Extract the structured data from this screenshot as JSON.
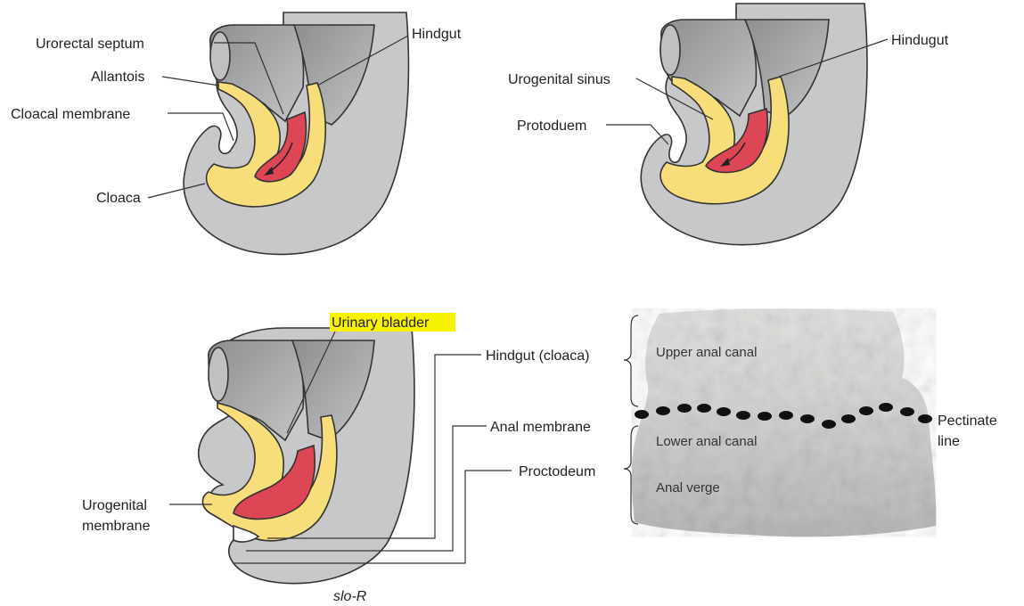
{
  "panel_a": {
    "labels": {
      "urorectal_septum": "Urorectal septum",
      "allantois": "Allantois",
      "cloacal_membrane": "Cloacal membrane",
      "cloaca": "Cloaca",
      "hindgut": "Hindgut"
    }
  },
  "panel_b": {
    "labels": {
      "urogenital_sinus": "Urogenital sinus",
      "protoduem": "Protoduem",
      "hindugut": "Hindugut"
    }
  },
  "panel_c": {
    "labels": {
      "urinary_bladder": "Urinary bladder",
      "hindgut_cloaca": "Hindgut (cloaca)",
      "anal_membrane": "Anal membrane",
      "proctodeum": "Proctodeum",
      "urogenital_membrane_line1": "Urogenital",
      "urogenital_membrane_line2": "membrane"
    },
    "signature": "slo-R"
  },
  "panel_d": {
    "labels": {
      "upper_anal_canal": "Upper anal canal",
      "lower_anal_canal": "Lower anal canal",
      "anal_verge": "Anal verge",
      "pectinate_line_1": "Pectinate",
      "pectinate_line_2": "line"
    }
  },
  "colors": {
    "tissue_gray": "#c8c8ca",
    "tube_gray": "#a9a9ab",
    "endoderm_yellow": "#f7de7a",
    "hindgut_red": "#dc4655",
    "highlight": "#f6f200",
    "photo_base": "#cfcfcf"
  }
}
